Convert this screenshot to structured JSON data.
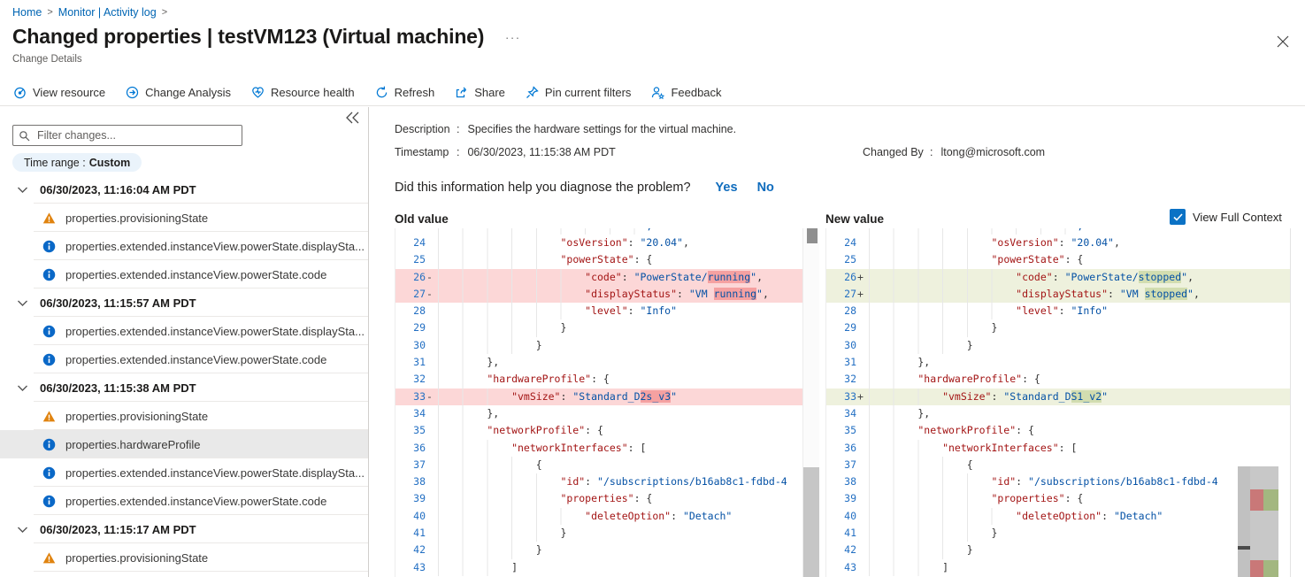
{
  "breadcrumb": {
    "items": [
      {
        "label": "Home"
      },
      {
        "label": "Monitor | Activity log"
      }
    ]
  },
  "header": {
    "title": "Changed properties | testVM123 (Virtual machine)",
    "more": "...",
    "subtitle": "Change Details",
    "close": "✕"
  },
  "toolbar": {
    "items": [
      {
        "icon": "view-resource",
        "label": "View resource"
      },
      {
        "icon": "change-analysis",
        "label": "Change Analysis"
      },
      {
        "icon": "resource-health",
        "label": "Resource health"
      },
      {
        "icon": "refresh",
        "label": "Refresh"
      },
      {
        "icon": "share",
        "label": "Share"
      },
      {
        "icon": "pin",
        "label": "Pin current filters"
      },
      {
        "icon": "feedback",
        "label": "Feedback"
      }
    ]
  },
  "sidebar": {
    "filter_placeholder": "Filter changes...",
    "time_range_label": "Time range :",
    "time_range_value": "Custom",
    "rows": [
      {
        "type": "group",
        "label": "06/30/2023, 11:16:04 AM PDT"
      },
      {
        "type": "item",
        "icon": "warning",
        "label": "properties.provisioningState"
      },
      {
        "type": "item",
        "icon": "info",
        "label": "properties.extended.instanceView.powerState.displaySta..."
      },
      {
        "type": "item",
        "icon": "info",
        "label": "properties.extended.instanceView.powerState.code"
      },
      {
        "type": "group",
        "label": "06/30/2023, 11:15:57 AM PDT"
      },
      {
        "type": "item",
        "icon": "info",
        "label": "properties.extended.instanceView.powerState.displaySta..."
      },
      {
        "type": "item",
        "icon": "info",
        "label": "properties.extended.instanceView.powerState.code"
      },
      {
        "type": "group",
        "label": "06/30/2023, 11:15:38 AM PDT"
      },
      {
        "type": "item",
        "icon": "warning",
        "label": "properties.provisioningState"
      },
      {
        "type": "item",
        "icon": "info",
        "label": "properties.hardwareProfile",
        "selected": true
      },
      {
        "type": "item",
        "icon": "info",
        "label": "properties.extended.instanceView.powerState.displaySta..."
      },
      {
        "type": "item",
        "icon": "info",
        "label": "properties.extended.instanceView.powerState.code"
      },
      {
        "type": "group",
        "label": "06/30/2023, 11:15:17 AM PDT"
      },
      {
        "type": "item",
        "icon": "warning",
        "label": "properties.provisioningState"
      }
    ]
  },
  "details": {
    "description_label": "Description",
    "description": "Specifies the hardware settings for the virtual machine.",
    "timestamp_label": "Timestamp",
    "timestamp": "06/30/2023, 11:15:38 AM PDT",
    "changed_by_label": "Changed By",
    "changed_by": "ltong@microsoft.com",
    "question": "Did this information help you diagnose the problem?",
    "yes": "Yes",
    "no": "No"
  },
  "diff": {
    "old_label": "Old value",
    "new_label": "New value",
    "context_label": "View Full Context",
    "context_checked": true,
    "old_lines": [
      {
        "partial": true,
        "ind": 33,
        "t": [
          [
            "v",
            "\","
          ]
        ]
      },
      {
        "n": 24,
        "ind": 20,
        "t": [
          [
            "k",
            "\"osVersion\""
          ],
          [
            "p",
            ": "
          ],
          [
            "v",
            "\"20.04\""
          ],
          [
            "p",
            ","
          ]
        ]
      },
      {
        "n": 25,
        "ind": 20,
        "t": [
          [
            "k",
            "\"powerState\""
          ],
          [
            "p",
            ": {"
          ]
        ]
      },
      {
        "n": 26,
        "sign": "-",
        "bg": "del",
        "ind": 24,
        "t": [
          [
            "k",
            "\"code\""
          ],
          [
            "p",
            ": "
          ],
          [
            "v",
            "\"PowerState/"
          ],
          [
            "h",
            "running"
          ],
          [
            "v",
            "\""
          ],
          [
            "p",
            ","
          ]
        ]
      },
      {
        "n": 27,
        "sign": "-",
        "bg": "del",
        "ind": 24,
        "t": [
          [
            "k",
            "\"displayStatus\""
          ],
          [
            "p",
            ": "
          ],
          [
            "v",
            "\"VM "
          ],
          [
            "h",
            "running"
          ],
          [
            "v",
            "\""
          ],
          [
            "p",
            ","
          ]
        ]
      },
      {
        "n": 28,
        "ind": 24,
        "t": [
          [
            "k",
            "\"level\""
          ],
          [
            "p",
            ": "
          ],
          [
            "v",
            "\"Info\""
          ]
        ]
      },
      {
        "n": 29,
        "ind": 20,
        "t": [
          [
            "p",
            "}"
          ]
        ]
      },
      {
        "n": 30,
        "ind": 16,
        "t": [
          [
            "p",
            "}"
          ]
        ]
      },
      {
        "n": 31,
        "ind": 8,
        "t": [
          [
            "p",
            "},"
          ]
        ]
      },
      {
        "n": 32,
        "ind": 8,
        "t": [
          [
            "k",
            "\"hardwareProfile\""
          ],
          [
            "p",
            ": {"
          ]
        ]
      },
      {
        "n": 33,
        "sign": "-",
        "bg": "del",
        "ind": 12,
        "t": [
          [
            "k",
            "\"vmSize\""
          ],
          [
            "p",
            ": "
          ],
          [
            "v",
            "\"Standard_D"
          ],
          [
            "h",
            "2s_v3"
          ],
          [
            "v",
            "\""
          ]
        ]
      },
      {
        "n": 34,
        "ind": 8,
        "t": [
          [
            "p",
            "},"
          ]
        ]
      },
      {
        "n": 35,
        "ind": 8,
        "t": [
          [
            "k",
            "\"networkProfile\""
          ],
          [
            "p",
            ": {"
          ]
        ]
      },
      {
        "n": 36,
        "ind": 12,
        "t": [
          [
            "k",
            "\"networkInterfaces\""
          ],
          [
            "p",
            ": ["
          ]
        ]
      },
      {
        "n": 37,
        "ind": 16,
        "t": [
          [
            "p",
            "{"
          ]
        ]
      },
      {
        "n": 38,
        "ind": 20,
        "t": [
          [
            "k",
            "\"id\""
          ],
          [
            "p",
            ": "
          ],
          [
            "v",
            "\"/subscriptions/b16ab8c1-fdbd-4"
          ]
        ]
      },
      {
        "n": 39,
        "ind": 20,
        "t": [
          [
            "k",
            "\"properties\""
          ],
          [
            "p",
            ": {"
          ]
        ]
      },
      {
        "n": 40,
        "ind": 24,
        "t": [
          [
            "k",
            "\"deleteOption\""
          ],
          [
            "p",
            ": "
          ],
          [
            "v",
            "\"Detach\""
          ]
        ]
      },
      {
        "n": 41,
        "ind": 20,
        "t": [
          [
            "p",
            "}"
          ]
        ]
      },
      {
        "n": 42,
        "ind": 16,
        "t": [
          [
            "p",
            "}"
          ]
        ]
      },
      {
        "n": 43,
        "ind": 12,
        "t": [
          [
            "p",
            "]"
          ]
        ]
      }
    ],
    "new_lines": [
      {
        "partial": true,
        "ind": 33,
        "t": [
          [
            "v",
            "\","
          ]
        ]
      },
      {
        "n": 24,
        "ind": 20,
        "t": [
          [
            "k",
            "\"osVersion\""
          ],
          [
            "p",
            ": "
          ],
          [
            "v",
            "\"20.04\""
          ],
          [
            "p",
            ","
          ]
        ]
      },
      {
        "n": 25,
        "ind": 20,
        "t": [
          [
            "k",
            "\"powerState\""
          ],
          [
            "p",
            ": {"
          ]
        ]
      },
      {
        "n": 26,
        "sign": "+",
        "bg": "add",
        "ind": 24,
        "t": [
          [
            "k",
            "\"code\""
          ],
          [
            "p",
            ": "
          ],
          [
            "v",
            "\"PowerState/"
          ],
          [
            "h",
            "stopped"
          ],
          [
            "v",
            "\""
          ],
          [
            "p",
            ","
          ]
        ]
      },
      {
        "n": 27,
        "sign": "+",
        "bg": "add",
        "ind": 24,
        "t": [
          [
            "k",
            "\"displayStatus\""
          ],
          [
            "p",
            ": "
          ],
          [
            "v",
            "\"VM "
          ],
          [
            "h",
            "stopped"
          ],
          [
            "v",
            "\""
          ],
          [
            "p",
            ","
          ]
        ]
      },
      {
        "n": 28,
        "ind": 24,
        "t": [
          [
            "k",
            "\"level\""
          ],
          [
            "p",
            ": "
          ],
          [
            "v",
            "\"Info\""
          ]
        ]
      },
      {
        "n": 29,
        "ind": 20,
        "t": [
          [
            "p",
            "}"
          ]
        ]
      },
      {
        "n": 30,
        "ind": 16,
        "t": [
          [
            "p",
            "}"
          ]
        ]
      },
      {
        "n": 31,
        "ind": 8,
        "t": [
          [
            "p",
            "},"
          ]
        ]
      },
      {
        "n": 32,
        "ind": 8,
        "t": [
          [
            "k",
            "\"hardwareProfile\""
          ],
          [
            "p",
            ": {"
          ]
        ]
      },
      {
        "n": 33,
        "sign": "+",
        "bg": "add",
        "ind": 12,
        "t": [
          [
            "k",
            "\"vmSize\""
          ],
          [
            "p",
            ": "
          ],
          [
            "v",
            "\"Standard_D"
          ],
          [
            "h",
            "S1_v2"
          ],
          [
            "v",
            "\""
          ]
        ]
      },
      {
        "n": 34,
        "ind": 8,
        "t": [
          [
            "p",
            "},"
          ]
        ]
      },
      {
        "n": 35,
        "ind": 8,
        "t": [
          [
            "k",
            "\"networkProfile\""
          ],
          [
            "p",
            ": {"
          ]
        ]
      },
      {
        "n": 36,
        "ind": 12,
        "t": [
          [
            "k",
            "\"networkInterfaces\""
          ],
          [
            "p",
            ": ["
          ]
        ]
      },
      {
        "n": 37,
        "ind": 16,
        "t": [
          [
            "p",
            "{"
          ]
        ]
      },
      {
        "n": 38,
        "ind": 20,
        "t": [
          [
            "k",
            "\"id\""
          ],
          [
            "p",
            ": "
          ],
          [
            "v",
            "\"/subscriptions/b16ab8c1-fdbd-4"
          ]
        ]
      },
      {
        "n": 39,
        "ind": 20,
        "t": [
          [
            "k",
            "\"properties\""
          ],
          [
            "p",
            ": {"
          ]
        ]
      },
      {
        "n": 40,
        "ind": 24,
        "t": [
          [
            "k",
            "\"deleteOption\""
          ],
          [
            "p",
            ": "
          ],
          [
            "v",
            "\"Detach\""
          ]
        ]
      },
      {
        "n": 41,
        "ind": 20,
        "t": [
          [
            "p",
            "}"
          ]
        ]
      },
      {
        "n": 42,
        "ind": 16,
        "t": [
          [
            "p",
            "}"
          ]
        ]
      },
      {
        "n": 43,
        "ind": 12,
        "t": [
          [
            "p",
            "]"
          ]
        ]
      }
    ]
  },
  "colors": {
    "accent": "#0078d4",
    "link": "#0065b3",
    "diff_removed_line": "#fcd7d7",
    "diff_removed_inline": "#f5a1a1",
    "diff_added_line": "#eef1dd",
    "diff_added_inline": "#d2ddb0",
    "json_key": "#a31515",
    "json_string": "#0451a5",
    "warning_icon": "#e0830f",
    "info_icon": "#0a68c7"
  }
}
